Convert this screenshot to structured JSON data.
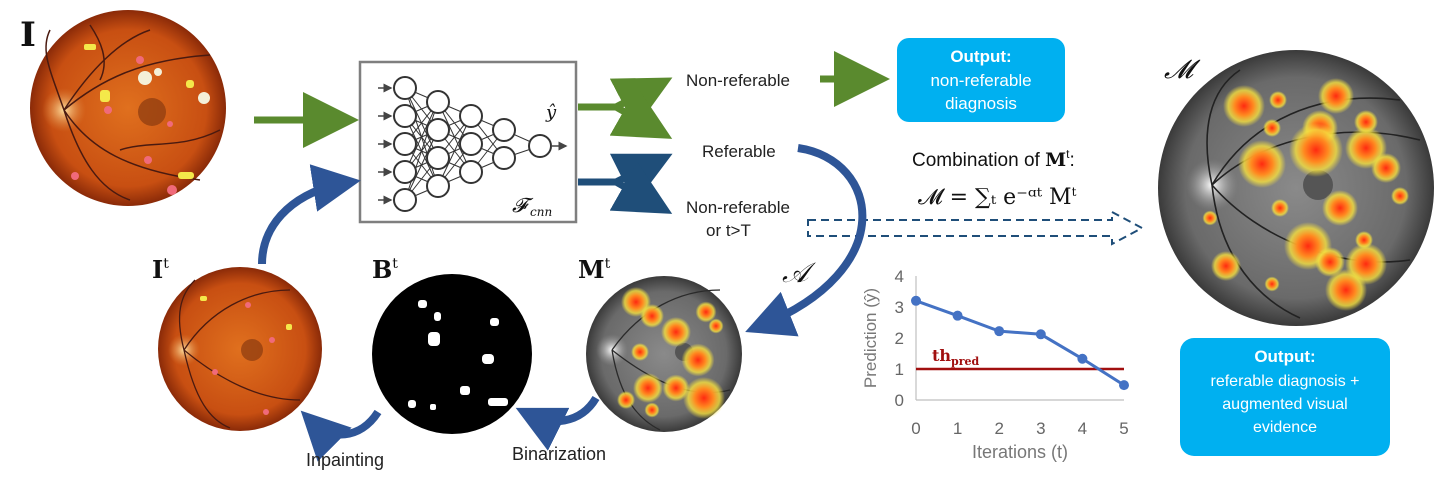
{
  "labels": {
    "I": "I",
    "It": "I",
    "Bt": "B",
    "Mt": "M",
    "sup_t": "t",
    "M_final": "𝓜",
    "A": "𝒜",
    "yhat": "ŷ",
    "Fcnn": "𝓕",
    "Fcnn_sub": "cnn"
  },
  "branches": {
    "non_referable": "Non-referable",
    "referable": "Referable",
    "non_referable_or": "Non-referable",
    "or_t": "or t>T"
  },
  "output_top": {
    "title": "Output:",
    "line1": "non-referable",
    "line2": "diagnosis"
  },
  "output_bottom": {
    "title": "Output:",
    "line1": "referable diagnosis +",
    "line2": "augmented visual",
    "line3": "evidence"
  },
  "combination": {
    "label": "Combination of ",
    "label_bold": "M",
    "label_sup": "t",
    "label_colon": ":",
    "formula": "𝓜 = ∑ₜ e⁻ᵅᵗ M"
  },
  "steps": {
    "inpainting": "Inpainting",
    "binarization": "Binarization"
  },
  "colors": {
    "green": "#5a8a2e",
    "navy": "#1f4e79",
    "blue_arrow": "#2e5597",
    "output_box": "#00b0f0",
    "fundus": "#c44c10",
    "threshold": "#a10f0f",
    "series": "#4472c4"
  },
  "chart_data": {
    "type": "line",
    "x": [
      0,
      1,
      2,
      3,
      4,
      5
    ],
    "values": [
      3.2,
      2.72,
      2.22,
      2.12,
      1.33,
      0.48
    ],
    "xlabel": "Iterations (t)",
    "ylabel": "Prediction (ŷ)",
    "ylim": [
      0,
      4
    ],
    "yticks": [
      0,
      1,
      2,
      3,
      4
    ],
    "threshold": {
      "value": 1,
      "label": "th",
      "label_sub": "pred"
    },
    "grid": false
  }
}
